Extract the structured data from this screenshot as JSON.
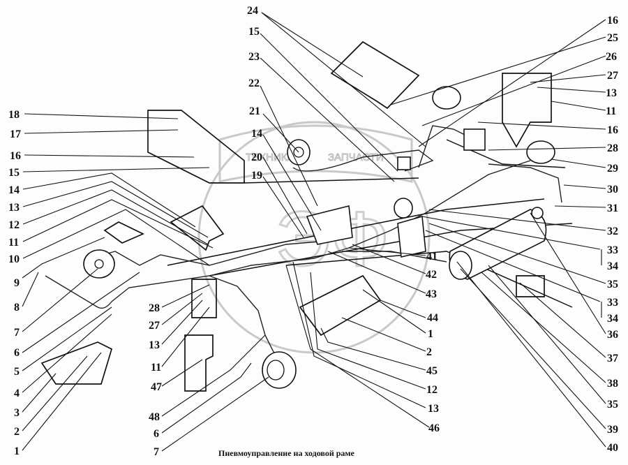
{
  "caption": "Пневмоуправление на ходовой раме",
  "watermark": {
    "logo_text": "ЭФ",
    "left_text": "ТЕХНИКА",
    "right_text": "ЗАПЧАСТИ"
  },
  "callouts": {
    "left": [
      "18",
      "17",
      "16",
      "15",
      "14",
      "13",
      "12",
      "11",
      "10",
      "9",
      "8",
      "7",
      "6",
      "5",
      "4",
      "3",
      "2",
      "1"
    ],
    "top": [
      "24",
      "15",
      "23",
      "22",
      "21",
      "14",
      "20",
      "19"
    ],
    "right_upper": [
      "16",
      "25",
      "26",
      "27",
      "13",
      "11",
      "16",
      "28",
      "29",
      "30",
      "31",
      "32"
    ],
    "right_lower": [
      "33",
      "34",
      "35",
      "33",
      "34",
      "36",
      "37",
      "38",
      "35",
      "39",
      "40"
    ],
    "center": [
      "41",
      "42",
      "43",
      "44",
      "1",
      "2",
      "45",
      "12",
      "13",
      "46"
    ],
    "bottom_left": [
      "28",
      "27",
      "13",
      "11",
      "47",
      "48",
      "6",
      "7"
    ]
  }
}
